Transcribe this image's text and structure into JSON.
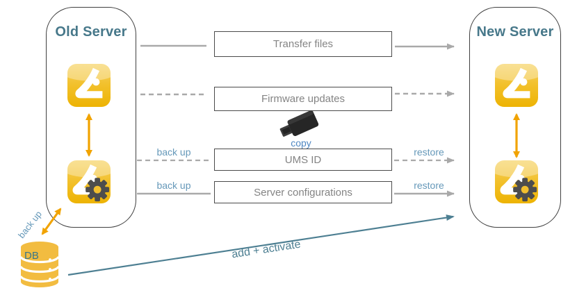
{
  "old_server": {
    "title": "Old Server"
  },
  "new_server": {
    "title": "New Server"
  },
  "steps": {
    "transfer_files": {
      "label": "Transfer files"
    },
    "firmware_updates": {
      "label": "Firmware updates"
    },
    "ums_id": {
      "label": "UMS ID",
      "backup_label": "back up",
      "restore_label": "restore"
    },
    "server_configurations": {
      "label": "Server configurations",
      "backup_label": "back up",
      "restore_label": "restore"
    }
  },
  "usb_stick": {
    "caption": "copy"
  },
  "database": {
    "label": "DB",
    "backup_label": "back up"
  },
  "migration_arrow": {
    "label": "add + activate"
  },
  "colors": {
    "title_teal": "#47788a",
    "label_blue": "#6598b9",
    "copy_blue": "#4f87c2",
    "arrow_teal": "#4d7f92",
    "line_gray": "#a9a9a9",
    "box_border_gray": "#4a4a4a",
    "box_text_gray": "#848484",
    "arrow_orange": "#f1a300",
    "icon_yellow": "#f2c238",
    "db_yellow": "#f2bc40",
    "gear_gray": "#4d4d4d"
  }
}
